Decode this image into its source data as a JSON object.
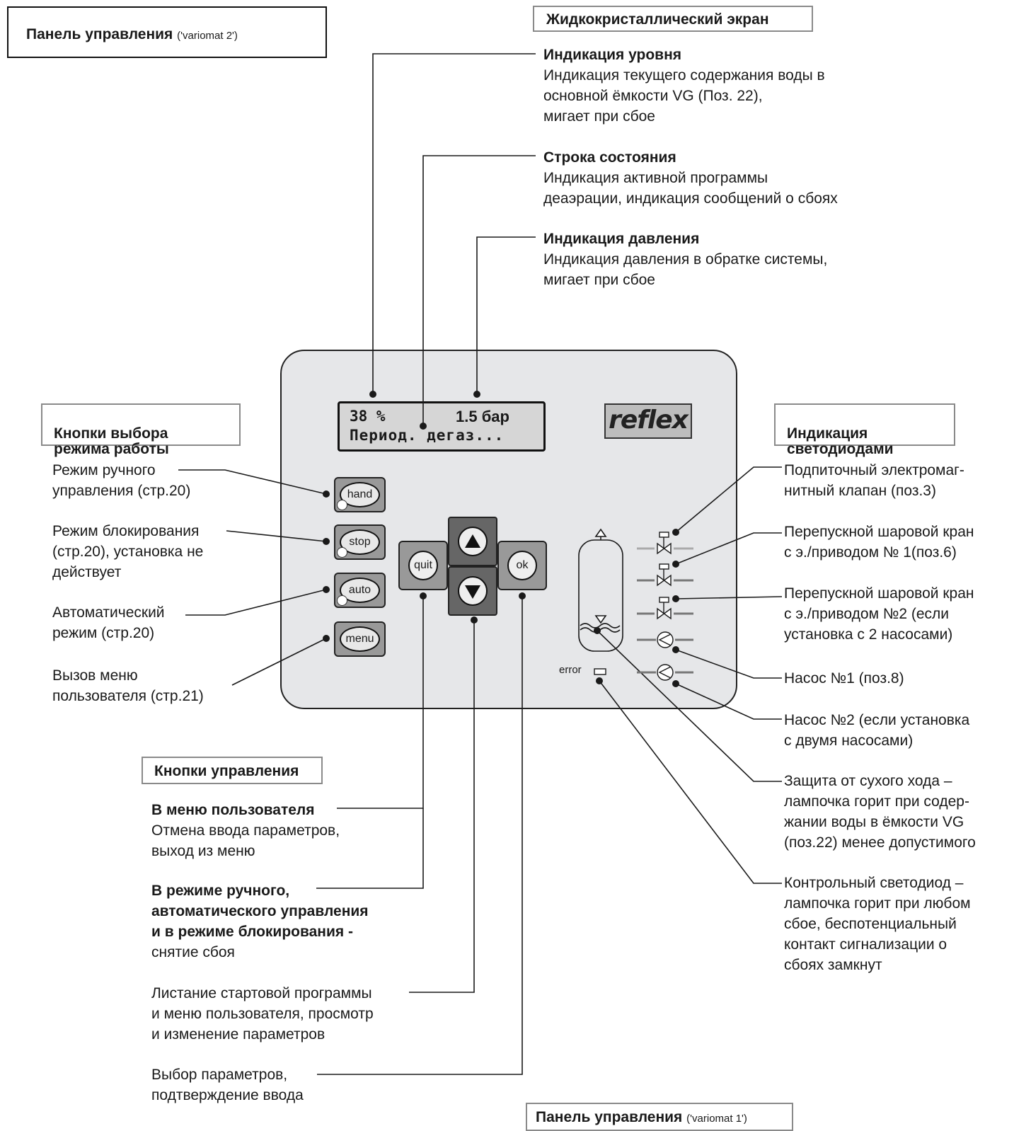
{
  "title_box": {
    "label": "Панель управления",
    "small": "('variomat 2')"
  },
  "lcd_box": {
    "label": "Жидкокристаллический экран"
  },
  "level": {
    "heading": "Индикация уровня",
    "body": "Индикация текущего содержания воды в\nосновной ёмкости VG (Поз. 22),\nмигает при сбое"
  },
  "status": {
    "heading": "Строка состояния",
    "body": "Индикация активной программы\nдеаэрации, индикация сообщений о сбоях"
  },
  "pressure": {
    "heading": "Индикация давления",
    "body": "Индикация давления в обратке системы,\nмигает при сбое"
  },
  "mode_box": {
    "label": "Кнопки выбора\nрежима работы"
  },
  "modes": [
    {
      "text": "Режим ручного\nуправления (стр.20)"
    },
    {
      "text": "Режим блокирования\n(стр.20), установка не\nдействует"
    },
    {
      "text": "Автоматический\nрежим (стр.20)"
    },
    {
      "text": "Вызов меню\nпользователя (стр.21)"
    }
  ],
  "lcd": {
    "level": "38 %",
    "pressure": "1.5 бар",
    "status": "Период. дегаз..."
  },
  "logo": "reflex",
  "buttons": {
    "hand": "hand",
    "stop": "stop",
    "auto": "auto",
    "menu": "menu",
    "quit": "quit",
    "ok": "ok"
  },
  "error_label": "error",
  "led_box": {
    "label": "Индикация\nсветодиодами"
  },
  "leds": [
    {
      "text": "Подпиточный электромаг-\nнитный клапан (поз.3)"
    },
    {
      "text": "Перепускной шаровой кран\nс э./приводом № 1(поз.6)"
    },
    {
      "text": "Перепускной шаровой кран\nс э./приводом №2 (если\nустановка с 2 насосами)"
    },
    {
      "text": "Насос №1 (поз.8)"
    },
    {
      "text": "Насос №2 (если установка\nс двумя насосами)"
    },
    {
      "text": "Защита от сухого хода –\nлампочка горит при содер-\nжании воды в ёмкости VG\n(поз.22) менее допустимого"
    },
    {
      "text": "Контрольный светодиод –\nлампочка горит при любом\nсбое, беспотенциальный\nконтакт сигнализации о\nсбоях замкнут"
    }
  ],
  "control_box": {
    "label": "Кнопки управления"
  },
  "controls": {
    "user_menu_heading": "В меню пользователя",
    "user_menu_body": "Отмена ввода параметров,\nвыход из меню",
    "modes_heading": "В режиме ручного,\nавтоматического управления\nи в режиме блокирования -",
    "modes_body": "снятие сбоя",
    "arrows": "Листание стартовой программы\nи меню пользователя, просмотр\nи изменение параметров",
    "ok": "Выбор параметров,\nподтверждение ввода"
  },
  "footer_box": {
    "label": "Панель управления",
    "small": "('variomat 1')"
  }
}
